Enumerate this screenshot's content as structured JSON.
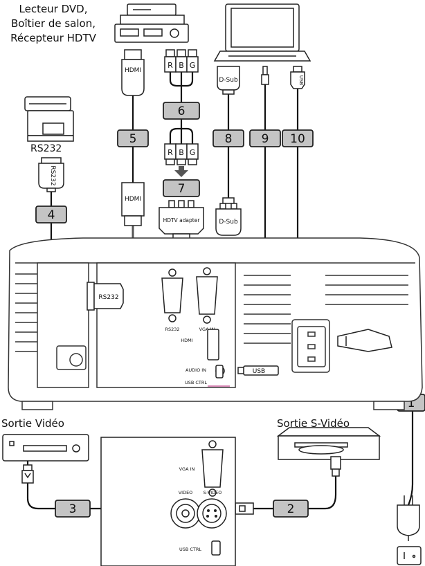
{
  "labels": {
    "dvd": [
      "Lecteur DVD,",
      "Boîtier de salon,",
      "Récepteur HDTV"
    ],
    "rs232": "RS232",
    "video_out": "Sortie Vidéo",
    "svideo_out": "Sortie S-Vidéo"
  },
  "connectors": {
    "hdmi": "HDMI",
    "dsub": "D-Sub",
    "usb": "USB",
    "rs232": "RS232",
    "hdtv_adapter": "HDTV adapter",
    "r": "R",
    "b": "B",
    "g": "G"
  },
  "cables": [
    "1",
    "2",
    "3",
    "4",
    "5",
    "6",
    "7",
    "8",
    "9",
    "10"
  ],
  "ports": {
    "rs232": "RS232",
    "vga_in": "VGA IN",
    "hdmi": "HDMI",
    "audio_in": "AUDIO IN",
    "usb_ctrl": "USB CTRL",
    "video": "VIDEO",
    "s_video": "S-VIDEO"
  }
}
